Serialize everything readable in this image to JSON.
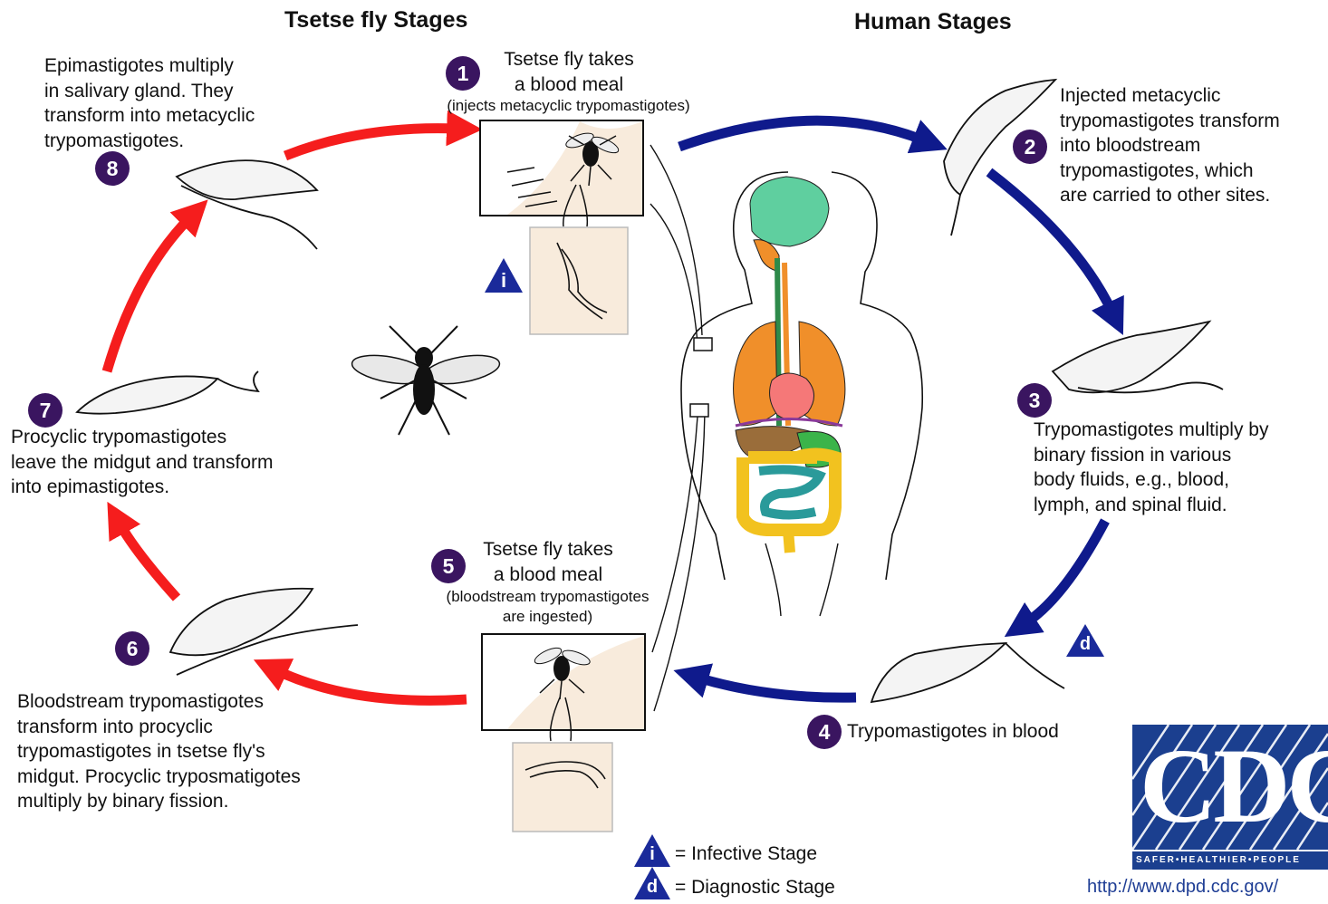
{
  "headings": {
    "tsetse": "Tsetse fly Stages",
    "human": "Human Stages"
  },
  "steps": [
    {
      "num": "1",
      "text": "Tsetse fly takes\na blood meal",
      "sub": "(injects metacyclic trypomastigotes)"
    },
    {
      "num": "2",
      "text": "Injected metacyclic\ntrypomastigotes transform\ninto bloodstream\ntrypomastigotes, which\nare carried to other sites."
    },
    {
      "num": "3",
      "text": "Trypomastigotes multiply by\nbinary fission in various\nbody fluids, e.g., blood,\nlymph, and spinal fluid."
    },
    {
      "num": "4",
      "text": "Trypomastigotes in blood"
    },
    {
      "num": "5",
      "text": "Tsetse fly takes\na blood meal",
      "sub": "(bloodstream trypomastigotes\nare ingested)"
    },
    {
      "num": "6",
      "text": "Bloodstream trypomastigotes\ntransform into procyclic\ntrypomastigotes in tsetse fly's\nmidgut. Procyclic tryposmatigotes\nmultiply by binary fission."
    },
    {
      "num": "7",
      "text": "Procyclic trypomastigotes\nleave the midgut and transform\ninto epimastigotes."
    },
    {
      "num": "8",
      "text": "Epimastigotes multiply\nin salivary gland. They\ntransform into metacyclic\ntrypomastigotes."
    }
  ],
  "markers": {
    "infective": "i",
    "diagnostic": "d"
  },
  "legend": {
    "infective": "= Infective Stage",
    "diagnostic": "= Diagnostic Stage"
  },
  "cdc": {
    "logo": "CDC",
    "tagline": "SAFER•HEALTHIER•PEOPLE",
    "url": "http://www.dpd.cdc.gov/"
  },
  "colors": {
    "red_arrow": "#f51d1d",
    "blue_arrow": "#0f1a8c",
    "badge": "#3a1560",
    "marker": "#1a2a9a",
    "skin": "#f8ebdc"
  }
}
